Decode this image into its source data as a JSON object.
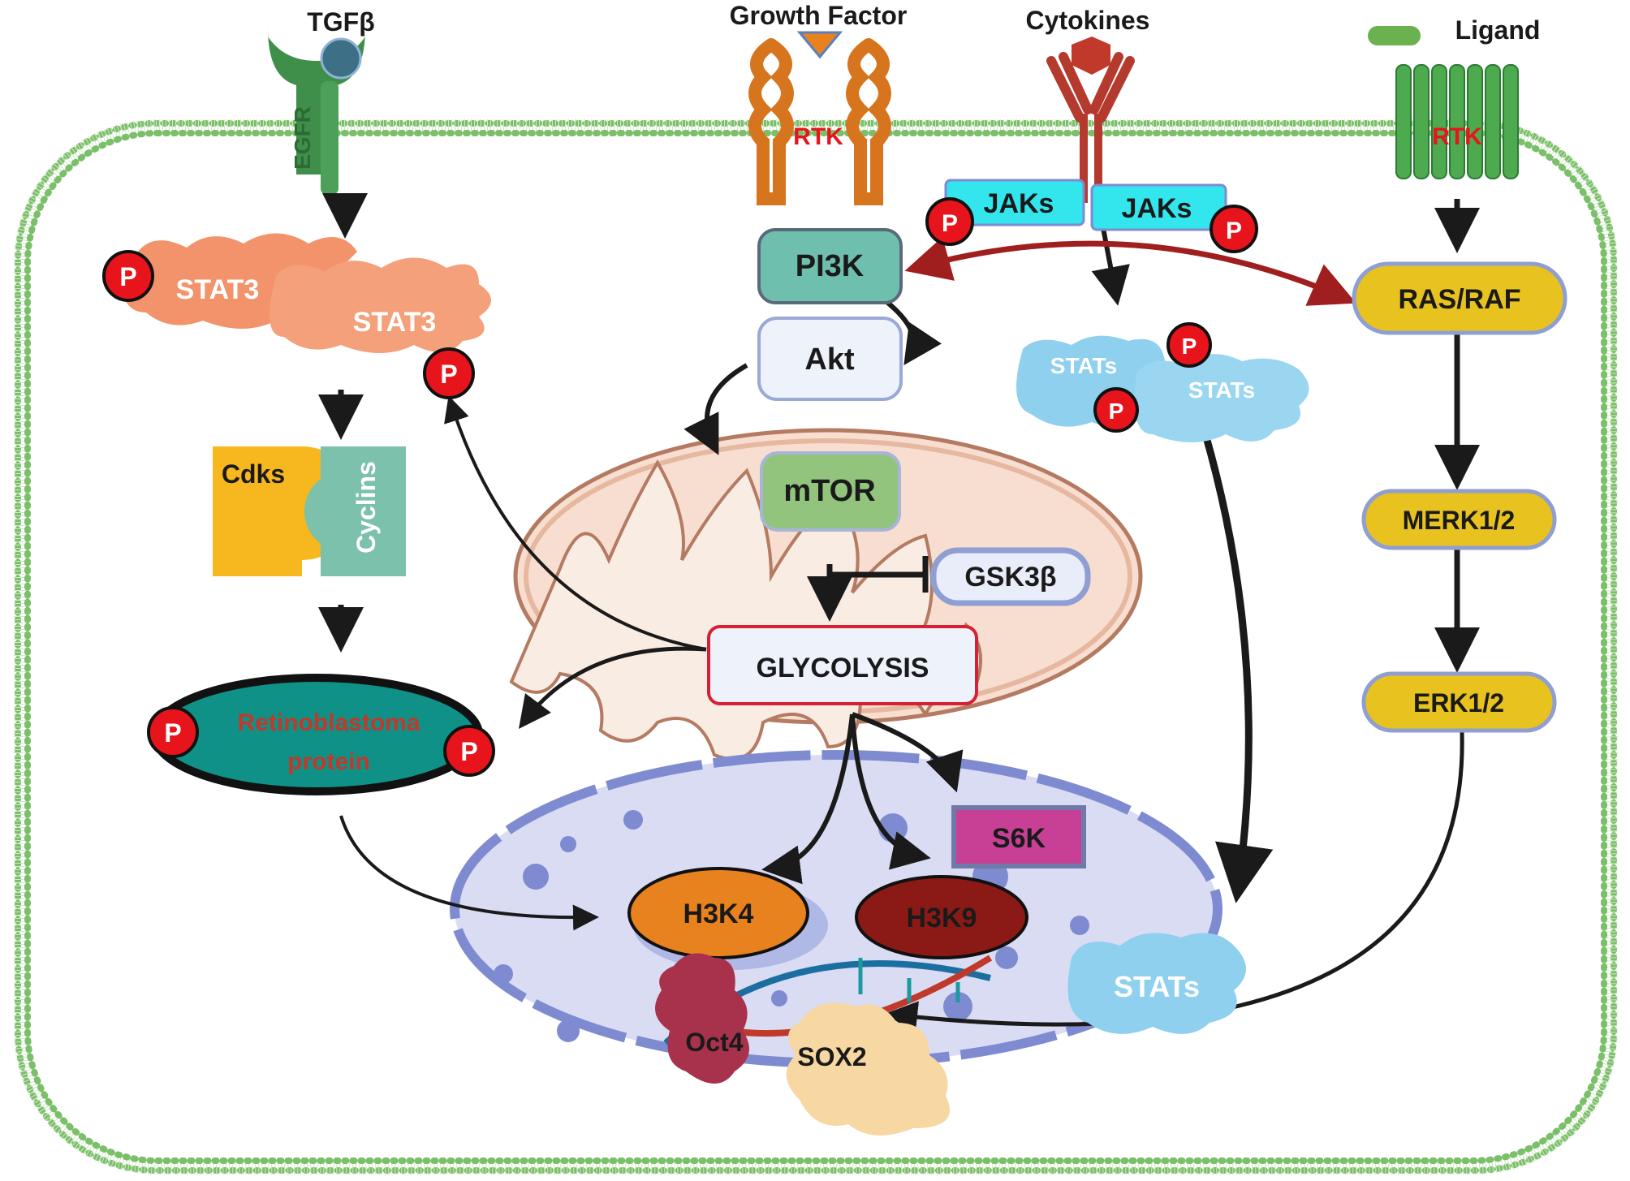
{
  "receptors": {
    "tgfb": "TGFβ",
    "egfr": "EGFR",
    "growth_factor": "Growth Factor",
    "rtk_left": "RTK",
    "cytokines": "Cytokines",
    "ligand": "Ligand",
    "rtk_right": "RTK"
  },
  "phospho": "P",
  "left_pathway": {
    "stat3_a": "STAT3",
    "stat3_b": "STAT3",
    "cdks": "Cdks",
    "cyclins": "Cyclins",
    "rb_line1": "Retinoblastoma",
    "rb_line2": "protein"
  },
  "center_pathway": {
    "pi3k": "PI3K",
    "akt": "Akt",
    "mtor": "mTOR",
    "gsk3b": "GSK3β",
    "glycolysis": "GLYCOLYSIS",
    "s6k": "S6K"
  },
  "jak_pathway": {
    "jaks_left": "JAKs",
    "jaks_right": "JAKs",
    "stats_a": "STATs",
    "stats_b": "STATs",
    "stats_nucleus": "STATs"
  },
  "right_pathway": {
    "ras_raf": "RAS/RAF",
    "merk": "MERK1/2",
    "erk": "ERK1/2"
  },
  "nucleus": {
    "h3k4": "H3K4",
    "h3k9": "H3K9",
    "oct4": "Oct4",
    "sox2": "SOX2"
  },
  "colors": {
    "membrane": "#7bbf6a",
    "stat3": "#f2936b",
    "phospho_fill": "#e8141c",
    "pi3k": "#6fbfae",
    "akt": "#eef3fb",
    "mtor": "#93c47d",
    "ras_nodes": "#e8c21e",
    "jaks": "#33e6ee",
    "stats": "#8fd0ef",
    "rb_fill": "#0f9187",
    "rb_text": "#c0392b",
    "h3k4": "#e8821e",
    "h3k9": "#8b1a16",
    "s6k": "#c84096",
    "oct4": "#a8324c",
    "sox2": "#f7d7a2",
    "mito": "#f7ded0",
    "nucleus": "#d9dcf3",
    "feedback_arrow": "#a01e1e"
  }
}
